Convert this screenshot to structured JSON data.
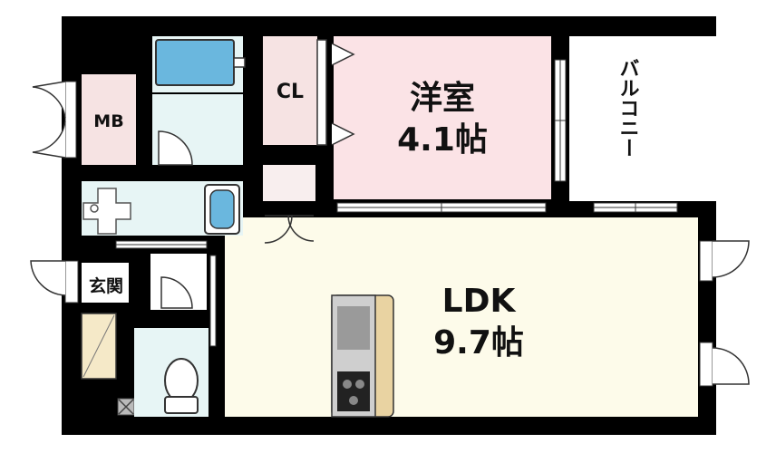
{
  "rooms": {
    "western_room": {
      "name": "洋室",
      "size": "4.1帖"
    },
    "ldk": {
      "name": "LDK",
      "size": "9.7帖"
    },
    "closet": {
      "name": "CL"
    },
    "meter_box": {
      "name": "MB"
    },
    "entrance": {
      "name": "玄関"
    },
    "balcony": {
      "name": "バルコニー"
    }
  },
  "colors": {
    "wall": "#000000",
    "western_room_floor": "#fbe3e6",
    "ldk_floor": "#fdfbea",
    "wet_area_floor": "#e7f5f5",
    "closet_floor": "#f6e3e3",
    "entrance_floor": "#f5e9c8",
    "bathtub": "#6ab7de",
    "counter": "#e9d3a2"
  }
}
